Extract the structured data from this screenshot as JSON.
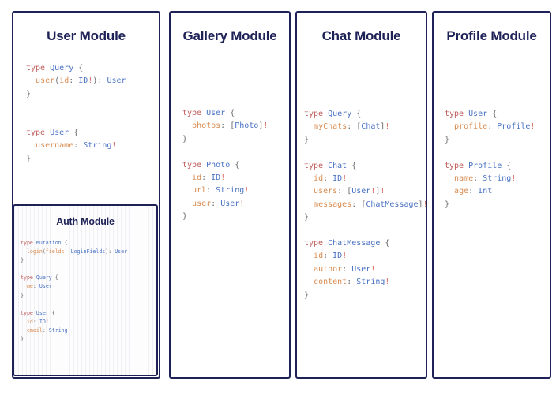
{
  "page": {
    "background": "#ffffff",
    "border_color": "#1f2257",
    "title_color": "#1f2257"
  },
  "syntax_colors": {
    "keyword": "#bf5b5b",
    "type_name": "#4a72c4",
    "field_name": "#d98b50",
    "punctuation": "#6b6b6b",
    "non_null_bang": "#d46a60"
  },
  "modules": [
    {
      "id": "user-module",
      "title": "User Module",
      "code": "type Query {\n  user(id: ID!): User\n}\n\n\ntype User {\n  username: String!\n}",
      "nested": {
        "id": "auth-module",
        "title": "Auth Module",
        "code": "type Mutation {\n  login(fields: LoginFields): User\n}\n\ntype Query {\n  me: User\n}\n\ntype User {\n  id: ID!\n  email: String!\n}"
      }
    },
    {
      "id": "gallery-module",
      "title": "Gallery Module",
      "code": "type User {\n  photos: [Photo]!\n}\n\ntype Photo {\n  id: ID!\n  url: String!\n  user: User!\n}"
    },
    {
      "id": "chat-module",
      "title": "Chat Module",
      "code": "type Query {\n  myChats: [Chat]!\n}\n\ntype Chat {\n  id: ID!\n  users: [User!]!\n  messages: [ChatMessage]!\n}\n\ntype ChatMessage {\n  id: ID!\n  author: User!\n  content: String!\n}"
    },
    {
      "id": "profile-module",
      "title": "Profile Module",
      "code": "type User {\n  profile: Profile!\n}\n\ntype Profile {\n  name: String!\n  age: Int\n}"
    }
  ]
}
